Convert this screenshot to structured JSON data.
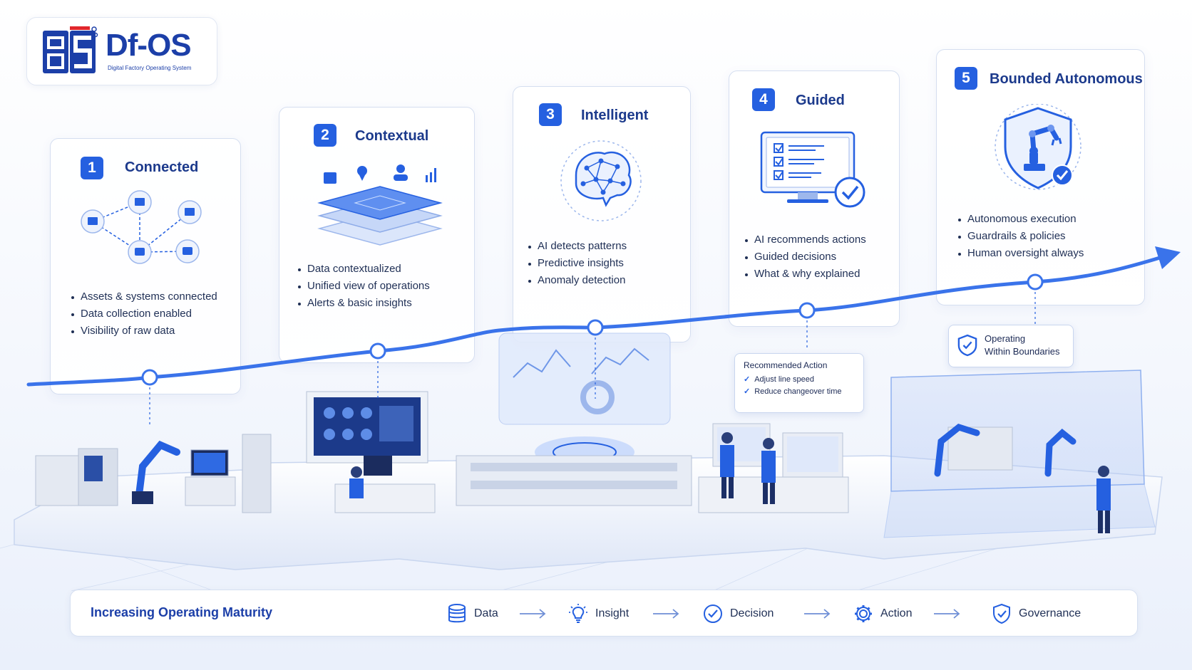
{
  "logo": {
    "title": "Df-OS",
    "subtitle": "Digital Factory Operating System",
    "brand_color": "#1c3fa8",
    "accent_color": "#e0262c"
  },
  "stages": [
    {
      "number": "1",
      "title": "Connected",
      "icon": "network-nodes-icon",
      "bullets": [
        "Assets & systems connected",
        "Data collection enabled",
        "Visibility of raw data"
      ]
    },
    {
      "number": "2",
      "title": "Contextual",
      "icon": "stacked-layers-icon",
      "bullets": [
        "Data contextualized",
        "Unified view of operations",
        "Alerts & basic insights"
      ]
    },
    {
      "number": "3",
      "title": "Intelligent",
      "icon": "ai-brain-icon",
      "bullets": [
        "AI detects patterns",
        "Predictive insights",
        "Anomaly detection"
      ]
    },
    {
      "number": "4",
      "title": "Guided",
      "icon": "checklist-monitor-icon",
      "bullets": [
        "AI recommends actions",
        "Guided decisions",
        "What & why explained"
      ]
    },
    {
      "number": "5",
      "title": "Bounded Autonomous",
      "icon": "shield-robot-icon",
      "bullets": [
        "Autonomous execution",
        "Guardrails & policies",
        "Human oversight always"
      ]
    }
  ],
  "callouts": {
    "recommended": {
      "title": "Recommended Action",
      "items": [
        "Adjust line speed",
        "Reduce changeover time"
      ]
    },
    "boundaries": {
      "line1": "Operating",
      "line2": "Within Boundaries"
    }
  },
  "bottom_bar": {
    "title": "Increasing Operating Maturity",
    "flow": [
      {
        "label": "Data",
        "icon": "database-icon"
      },
      {
        "label": "Insight",
        "icon": "lightbulb-icon"
      },
      {
        "label": "Decision",
        "icon": "check-circle-icon"
      },
      {
        "label": "Action",
        "icon": "gear-icon"
      },
      {
        "label": "Governance",
        "icon": "shield-check-icon"
      }
    ]
  },
  "colors": {
    "accent": "#2560e0",
    "heading": "#1c3a8c",
    "text": "#1f2f55"
  }
}
